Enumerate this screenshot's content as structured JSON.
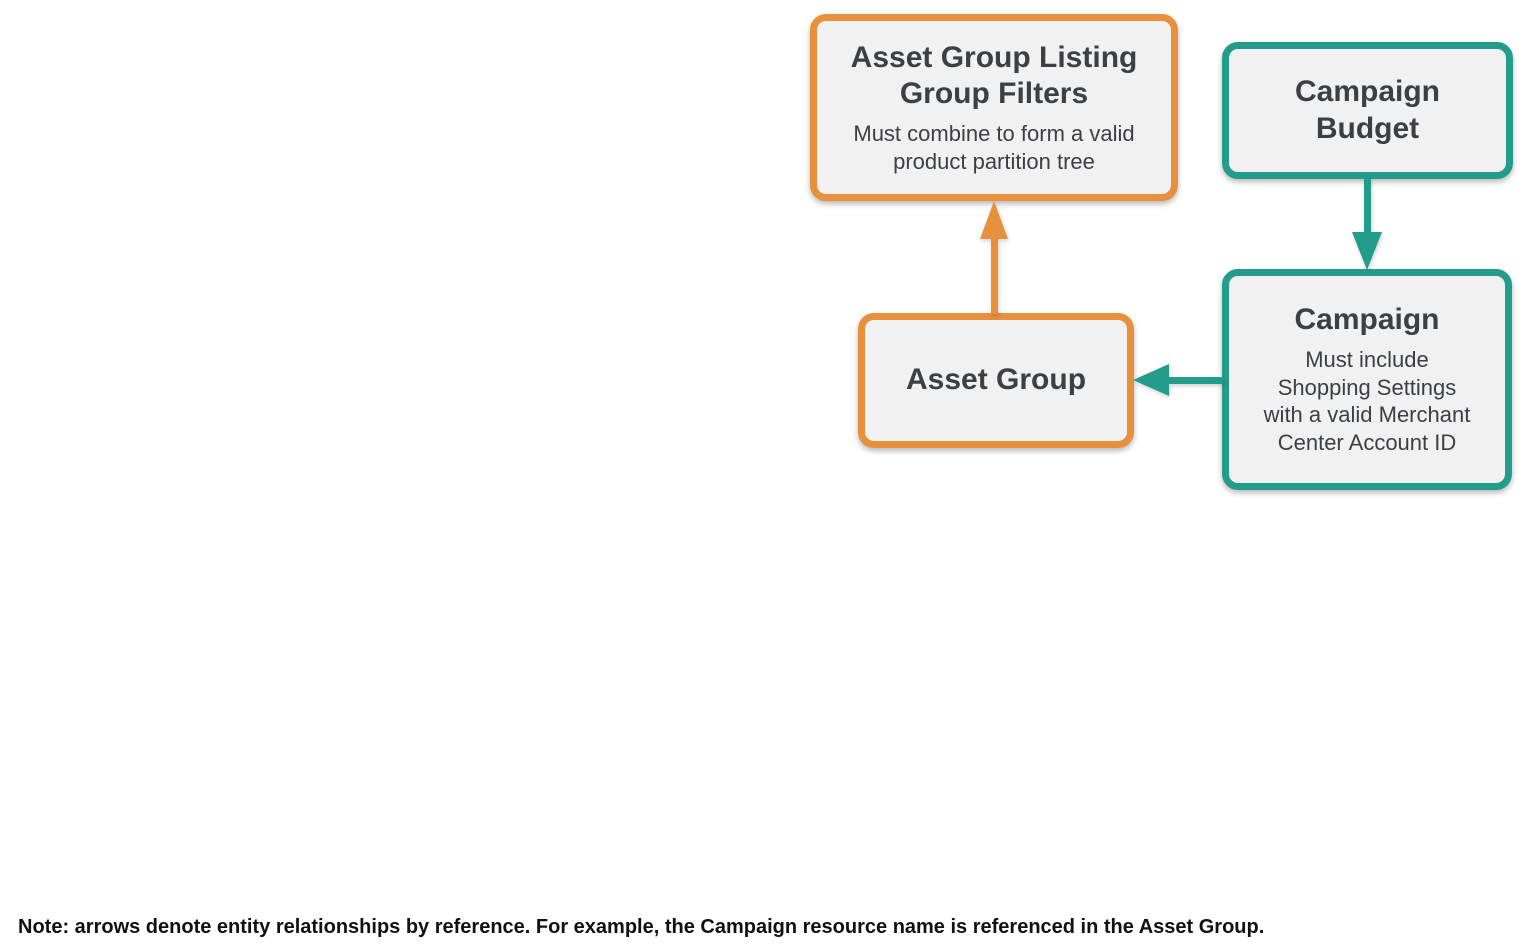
{
  "colors": {
    "orange": "#E8913C",
    "teal": "#249C8C",
    "box_fill": "#F1F1F1",
    "text": "#3C4043",
    "note_text": "#111111"
  },
  "diagram": {
    "nodes": {
      "listing_filters": {
        "title": "Asset Group Listing\nGroup Filters",
        "subtitle": "Must combine to form a valid\nproduct partition tree",
        "accent": "orange"
      },
      "campaign_budget": {
        "title": "Campaign\nBudget",
        "accent": "teal"
      },
      "asset_group": {
        "title": "Asset Group",
        "accent": "orange"
      },
      "campaign": {
        "title": "Campaign",
        "subtitle": "Must include\nShopping Settings\nwith a valid Merchant\nCenter Account ID",
        "accent": "teal"
      }
    },
    "edges": [
      {
        "from": "asset_group",
        "to": "listing_filters",
        "color": "orange",
        "direction": "up"
      },
      {
        "from": "campaign_budget",
        "to": "campaign",
        "color": "teal",
        "direction": "down"
      },
      {
        "from": "campaign",
        "to": "asset_group",
        "color": "teal",
        "direction": "left"
      }
    ]
  },
  "note": "Note: arrows denote entity relationships by reference. For example, the Campaign resource name is referenced in the Asset Group."
}
